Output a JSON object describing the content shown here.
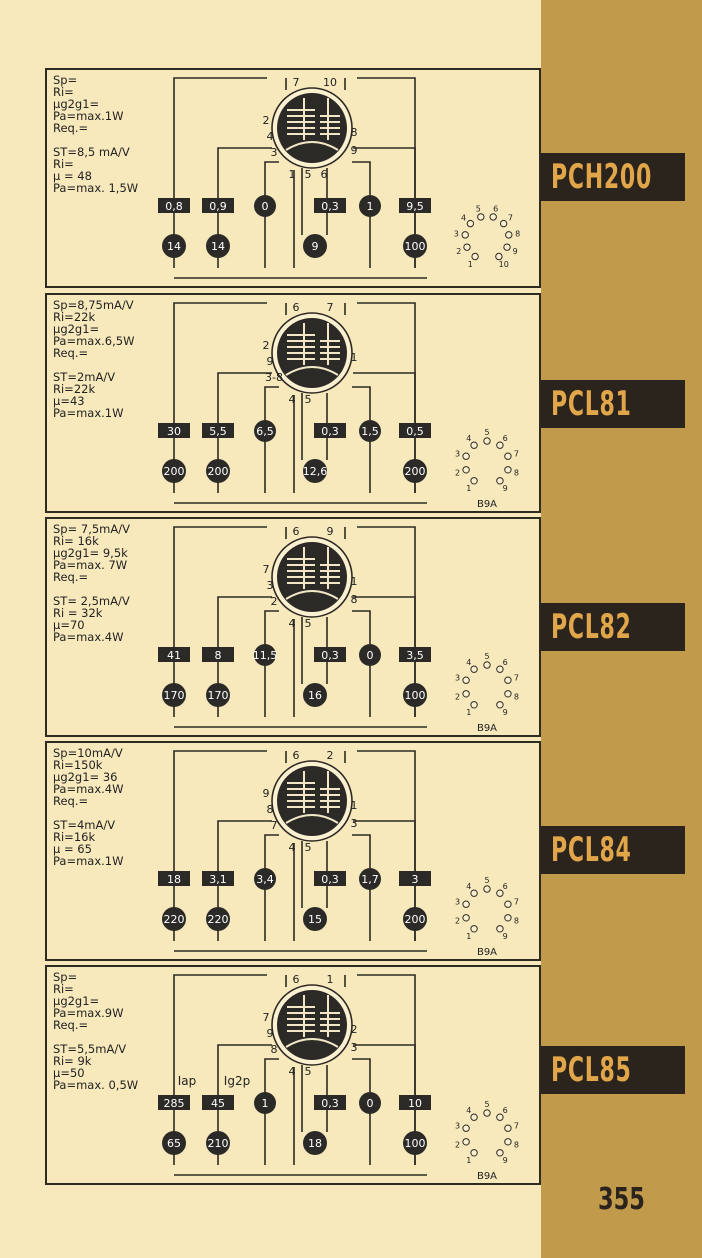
{
  "page_number": "355",
  "colors": {
    "paper": "#f7e8bb",
    "sidebar": "#c19a4c",
    "tab_bg": "#2b241c",
    "tab_text": "#e2a64a",
    "ink": "#2e2a24"
  },
  "tubes": [
    {
      "name": "PCH200",
      "specs_top": [
        "Sp=",
        "Ri=",
        "µg2g1=",
        "Pa=max.1W",
        "Req.="
      ],
      "specs_bottom": [
        "ST=8,5 mA/V",
        "Ri=",
        "µ = 48",
        "Pa=max. 1,5W"
      ],
      "pins_top": [
        "7",
        "10"
      ],
      "pins_left": [
        "2",
        "4",
        "3"
      ],
      "pins_right": [
        "8",
        "9"
      ],
      "pins_bottom": [
        "1",
        "5",
        "6"
      ],
      "voltages": [
        "0,8",
        "0,9",
        "0",
        "0,3",
        "1",
        "9,5"
      ],
      "currents": [
        "14",
        "14",
        "9",
        "100"
      ],
      "socket_pins": [
        "1",
        "2",
        "3",
        "4",
        "5",
        "6",
        "7",
        "8",
        "9",
        "10"
      ],
      "base": ""
    },
    {
      "name": "PCL81",
      "specs_top": [
        "Sp=8,75mA/V",
        "Ri=22k",
        "µg2g1=",
        "Pa=max.6,5W",
        "Req.="
      ],
      "specs_bottom": [
        "ST=2mA/V",
        "Ri=22k",
        "µ=43",
        "Pa=max.1W"
      ],
      "pins_top": [
        "6",
        "7"
      ],
      "pins_left": [
        "2",
        "9",
        "3-8"
      ],
      "pins_right": [
        "1"
      ],
      "pins_bottom": [
        "4",
        "5"
      ],
      "voltages": [
        "30",
        "5,5",
        "6,5",
        "0,3",
        "1,5",
        "0,5"
      ],
      "currents": [
        "200",
        "200",
        "12,6",
        "200"
      ],
      "socket_pins": [
        "1",
        "2",
        "3",
        "4",
        "5",
        "6",
        "7",
        "8",
        "9"
      ],
      "base": "B9A"
    },
    {
      "name": "PCL82",
      "specs_top": [
        "Sp= 7,5mA/V",
        "Ri= 16k",
        "µg2g1= 9,5k",
        "Pa=max. 7W",
        "Req.="
      ],
      "specs_bottom": [
        "ST= 2,5mA/V",
        "Ri = 32k",
        "µ=70",
        "Pa=max.4W"
      ],
      "pins_top": [
        "6",
        "9"
      ],
      "pins_left": [
        "7",
        "3",
        "2"
      ],
      "pins_right": [
        "1",
        "8"
      ],
      "pins_bottom": [
        "4",
        "5"
      ],
      "voltages": [
        "41",
        "8",
        "11,5",
        "0,3",
        "0",
        "3,5"
      ],
      "currents": [
        "170",
        "170",
        "16",
        "100"
      ],
      "socket_pins": [
        "1",
        "2",
        "3",
        "4",
        "5",
        "6",
        "7",
        "8",
        "9"
      ],
      "base": "B9A"
    },
    {
      "name": "PCL84",
      "specs_top": [
        "Sp=10mA/V",
        "Ri=150k",
        "µg2g1= 36",
        "Pa=max.4W",
        "Req.="
      ],
      "specs_bottom": [
        "ST=4mA/V",
        "Ri=16k",
        "µ = 65",
        "Pa=max.1W"
      ],
      "pins_top": [
        "6",
        "2"
      ],
      "pins_left": [
        "9",
        "8",
        "7"
      ],
      "pins_right": [
        "1",
        "3"
      ],
      "pins_bottom": [
        "4",
        "5"
      ],
      "voltages": [
        "18",
        "3,1",
        "3,4",
        "0,3",
        "1,7",
        "3"
      ],
      "currents": [
        "220",
        "220",
        "15",
        "200"
      ],
      "socket_pins": [
        "1",
        "2",
        "3",
        "4",
        "5",
        "6",
        "7",
        "8",
        "9"
      ],
      "base": "B9A"
    },
    {
      "name": "PCL85",
      "specs_top": [
        "Sp=",
        "Ri=",
        "µg2g1=",
        "Pa=max.9W",
        "Req.="
      ],
      "specs_bottom": [
        "ST=5,5mA/V",
        "Ri= 9k",
        "µ=50",
        "Pa=max. 0,5W"
      ],
      "pins_top": [
        "6",
        "1"
      ],
      "pins_left": [
        "7",
        "9",
        "8"
      ],
      "pins_right": [
        "2",
        "3"
      ],
      "pins_bottom": [
        "4",
        "5"
      ],
      "voltages": [
        "285",
        "45",
        "1",
        "0,3",
        "0",
        "10"
      ],
      "currents": [
        "65",
        "210",
        "18",
        "100"
      ],
      "socket_pins": [
        "1",
        "2",
        "3",
        "4",
        "5",
        "6",
        "7",
        "8",
        "9"
      ],
      "base": "B9A",
      "extra_labels": [
        "Iap",
        "Ig2p"
      ]
    }
  ]
}
